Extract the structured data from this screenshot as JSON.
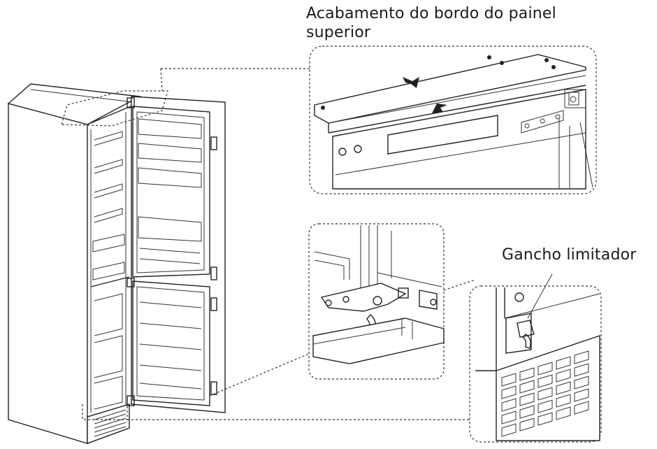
{
  "labels": {
    "top_panel_edge_line1": "Acabamento do bordo do painel",
    "top_panel_edge_line2": "superior",
    "limiter_hook": "Gancho limitador"
  },
  "colors": {
    "line": "#222222",
    "background": "#ffffff"
  }
}
